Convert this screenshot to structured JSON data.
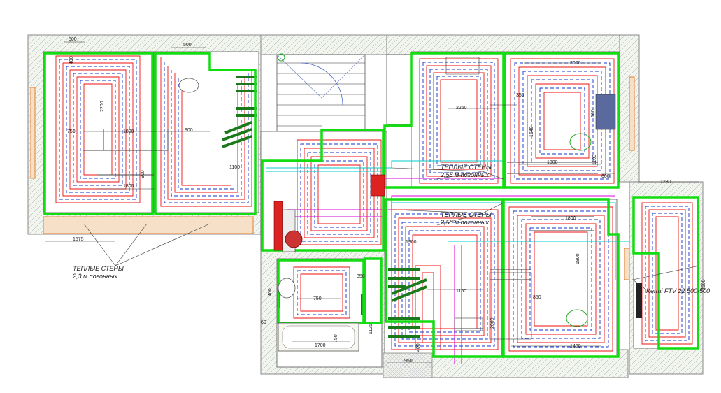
{
  "dimensions": {
    "d500a": "500",
    "d500b": "500",
    "d400a": "400",
    "d2200": "2200",
    "d750a": "750",
    "d1800a": "1800",
    "d900": "900",
    "d1100": "1100",
    "d1800b": "1800",
    "d1575": "1575",
    "d2000": "2000",
    "d350": "350",
    "d2250": "2250",
    "d1540": "1540",
    "d1800c": "1800",
    "d1100b": "1100",
    "d600": "600",
    "d1230": "1230",
    "d1800d": "1800",
    "d1800e": "1800",
    "d1900": "1900",
    "d400b": "400",
    "d750b": "750",
    "d1150": "1150",
    "d850": "850",
    "d60": "60",
    "d1700": "1700",
    "d750c": "750",
    "d1400": "1400",
    "d950": "950",
    "d2000b": "2000",
    "d1125": "1125",
    "d350b": "350",
    "d400c": "400",
    "d900b": "900",
    "d2600": "2600",
    "d160": "160"
  },
  "notes": {
    "warm_walls_label": "ТЕПЛЫЕ СТЕНЫ",
    "warm_walls_left_len": "2,3 м погонных",
    "warm_walls_mid_len1": "2,58 м погонных",
    "warm_walls_mid_len2": "2,58 м погонных",
    "radiator_label": "Kermi FTV 22 500-500"
  },
  "colors": {
    "zone": "#11dd11",
    "supply": "#e11111",
    "return": "#1133cc",
    "manifold": "#dd2222",
    "radiator": "#4a5a90"
  }
}
